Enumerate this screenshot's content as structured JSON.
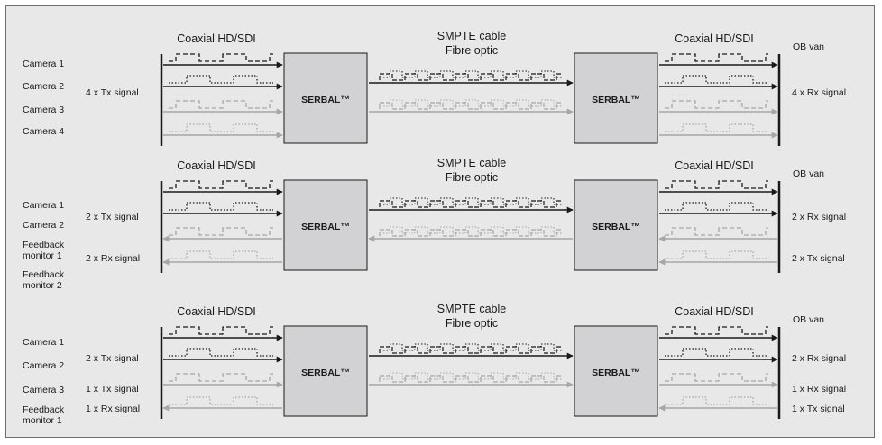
{
  "common": {
    "coax_label": "Coaxial HD/SDI",
    "smpte_line1": "SMPTE cable",
    "smpte_line2": "Fibre optic",
    "ob_van": "OB van",
    "device": "SERBAL™"
  },
  "colors": {
    "background": "#e8e8e9",
    "box_fill": "#d2d2d4",
    "signal_dark": "#1a1a1a",
    "signal_light": "#a6a6a6"
  },
  "panels": [
    {
      "left_labels": [
        {
          "text": "Camera 1"
        },
        {
          "text": "Camera 2"
        },
        {
          "text": "Camera 3"
        },
        {
          "text": "Camera 4"
        }
      ],
      "left_side_signals": [
        {
          "text": "4 x Tx signal"
        }
      ],
      "right_side_signals": [
        {
          "text": "4 x Rx signal"
        }
      ],
      "channels": [
        {
          "dir": "tx",
          "style": "dash",
          "tone": "dark"
        },
        {
          "dir": "tx",
          "style": "dot",
          "tone": "dark"
        },
        {
          "dir": "tx",
          "style": "dash",
          "tone": "light"
        },
        {
          "dir": "tx",
          "style": "dot",
          "tone": "light"
        }
      ],
      "fibre": [
        {
          "dir": "tx",
          "tone": "dark"
        },
        {
          "dir": "tx",
          "tone": "light"
        }
      ]
    },
    {
      "left_labels": [
        {
          "text": "Camera 1"
        },
        {
          "text": "Camera 2"
        },
        {
          "text": "Feedback"
        },
        {
          "text": "monitor 1"
        },
        {
          "text": "Feedback"
        },
        {
          "text": "monitor 2"
        }
      ],
      "left_side_signals": [
        {
          "text": "2 x Tx signal"
        },
        {
          "text": "2 x Rx signal"
        }
      ],
      "right_side_signals": [
        {
          "text": "2 x Rx signal"
        },
        {
          "text": "2 x Tx signal"
        }
      ],
      "channels": [
        {
          "dir": "tx",
          "style": "dash",
          "tone": "dark"
        },
        {
          "dir": "tx",
          "style": "dot",
          "tone": "dark"
        },
        {
          "dir": "rx",
          "style": "dash",
          "tone": "light"
        },
        {
          "dir": "rx",
          "style": "dot",
          "tone": "light"
        }
      ],
      "fibre": [
        {
          "dir": "tx",
          "tone": "dark"
        },
        {
          "dir": "rx",
          "tone": "light"
        }
      ]
    },
    {
      "left_labels": [
        {
          "text": "Camera 1"
        },
        {
          "text": "Camera 2"
        },
        {
          "text": "Camera 3"
        },
        {
          "text": "Feedback"
        },
        {
          "text": "monitor 1"
        }
      ],
      "left_side_signals": [
        {
          "text": "2 x Tx signal"
        },
        {
          "text": "1 x Tx signal"
        },
        {
          "text": "1 x Rx signal"
        }
      ],
      "right_side_signals": [
        {
          "text": "2 x Rx signal"
        },
        {
          "text": "1 x Rx signal"
        },
        {
          "text": "1 x Tx signal"
        }
      ],
      "channels": [
        {
          "dir": "tx",
          "style": "dash",
          "tone": "dark"
        },
        {
          "dir": "tx",
          "style": "dot",
          "tone": "dark"
        },
        {
          "dir": "tx",
          "style": "dash",
          "tone": "light"
        },
        {
          "dir": "rx",
          "style": "dot",
          "tone": "light"
        }
      ],
      "fibre": [
        {
          "dir": "tx",
          "tone": "dark"
        },
        {
          "dir": "tx",
          "tone": "light"
        }
      ]
    }
  ]
}
